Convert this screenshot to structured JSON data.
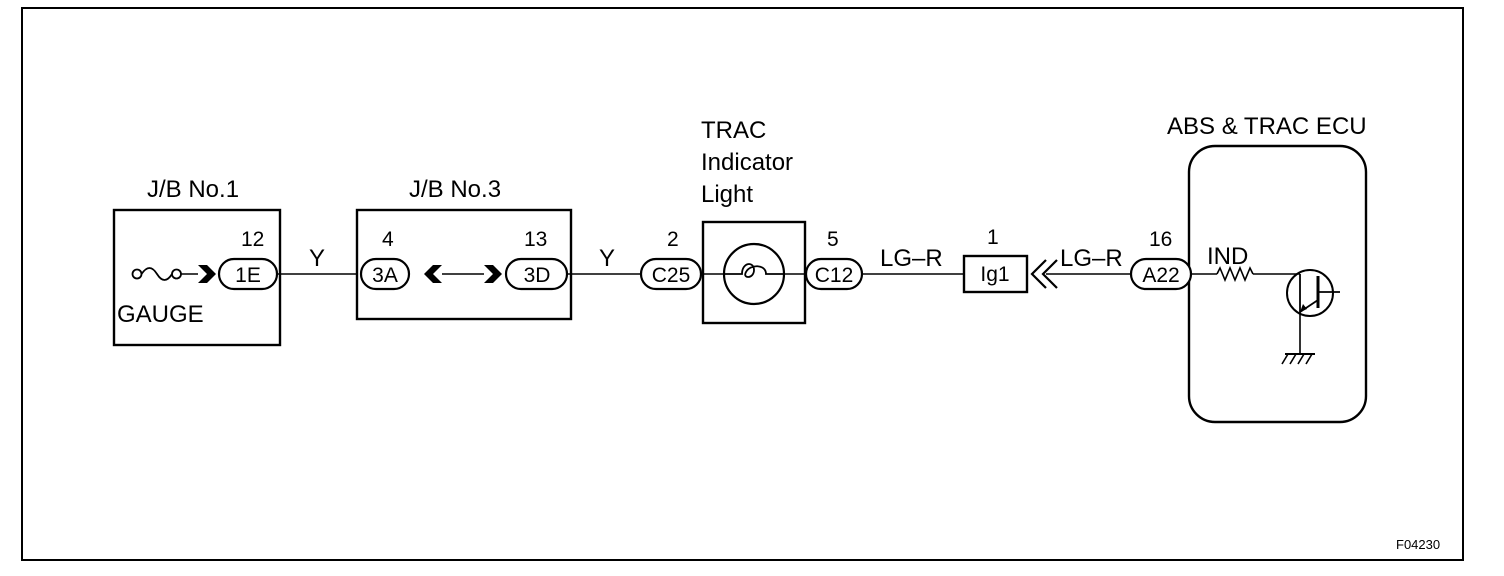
{
  "diagram": {
    "jb1": {
      "title": "J/B No.1",
      "pin": "12",
      "connector": "1E",
      "fuse_label": "GAUGE"
    },
    "jb3": {
      "title": "J/B No.3",
      "pin_left": "4",
      "connector_left": "3A",
      "pin_right": "13",
      "connector_right": "3D"
    },
    "indicator": {
      "title_line1": "TRAC",
      "title_line2": "Indicator",
      "title_line3": "Light",
      "pin_left": "2",
      "connector_left": "C25",
      "pin_right": "5",
      "connector_right": "C12"
    },
    "ig1": {
      "pin": "1",
      "label": "Ig1"
    },
    "ecu": {
      "title": "ABS & TRAC ECU",
      "pin": "16",
      "connector": "A22",
      "signal": "IND"
    },
    "wires": {
      "w1": "Y",
      "w2": "Y",
      "w3": "LG–R",
      "w4": "LG–R"
    },
    "figure_code": "F04230"
  }
}
